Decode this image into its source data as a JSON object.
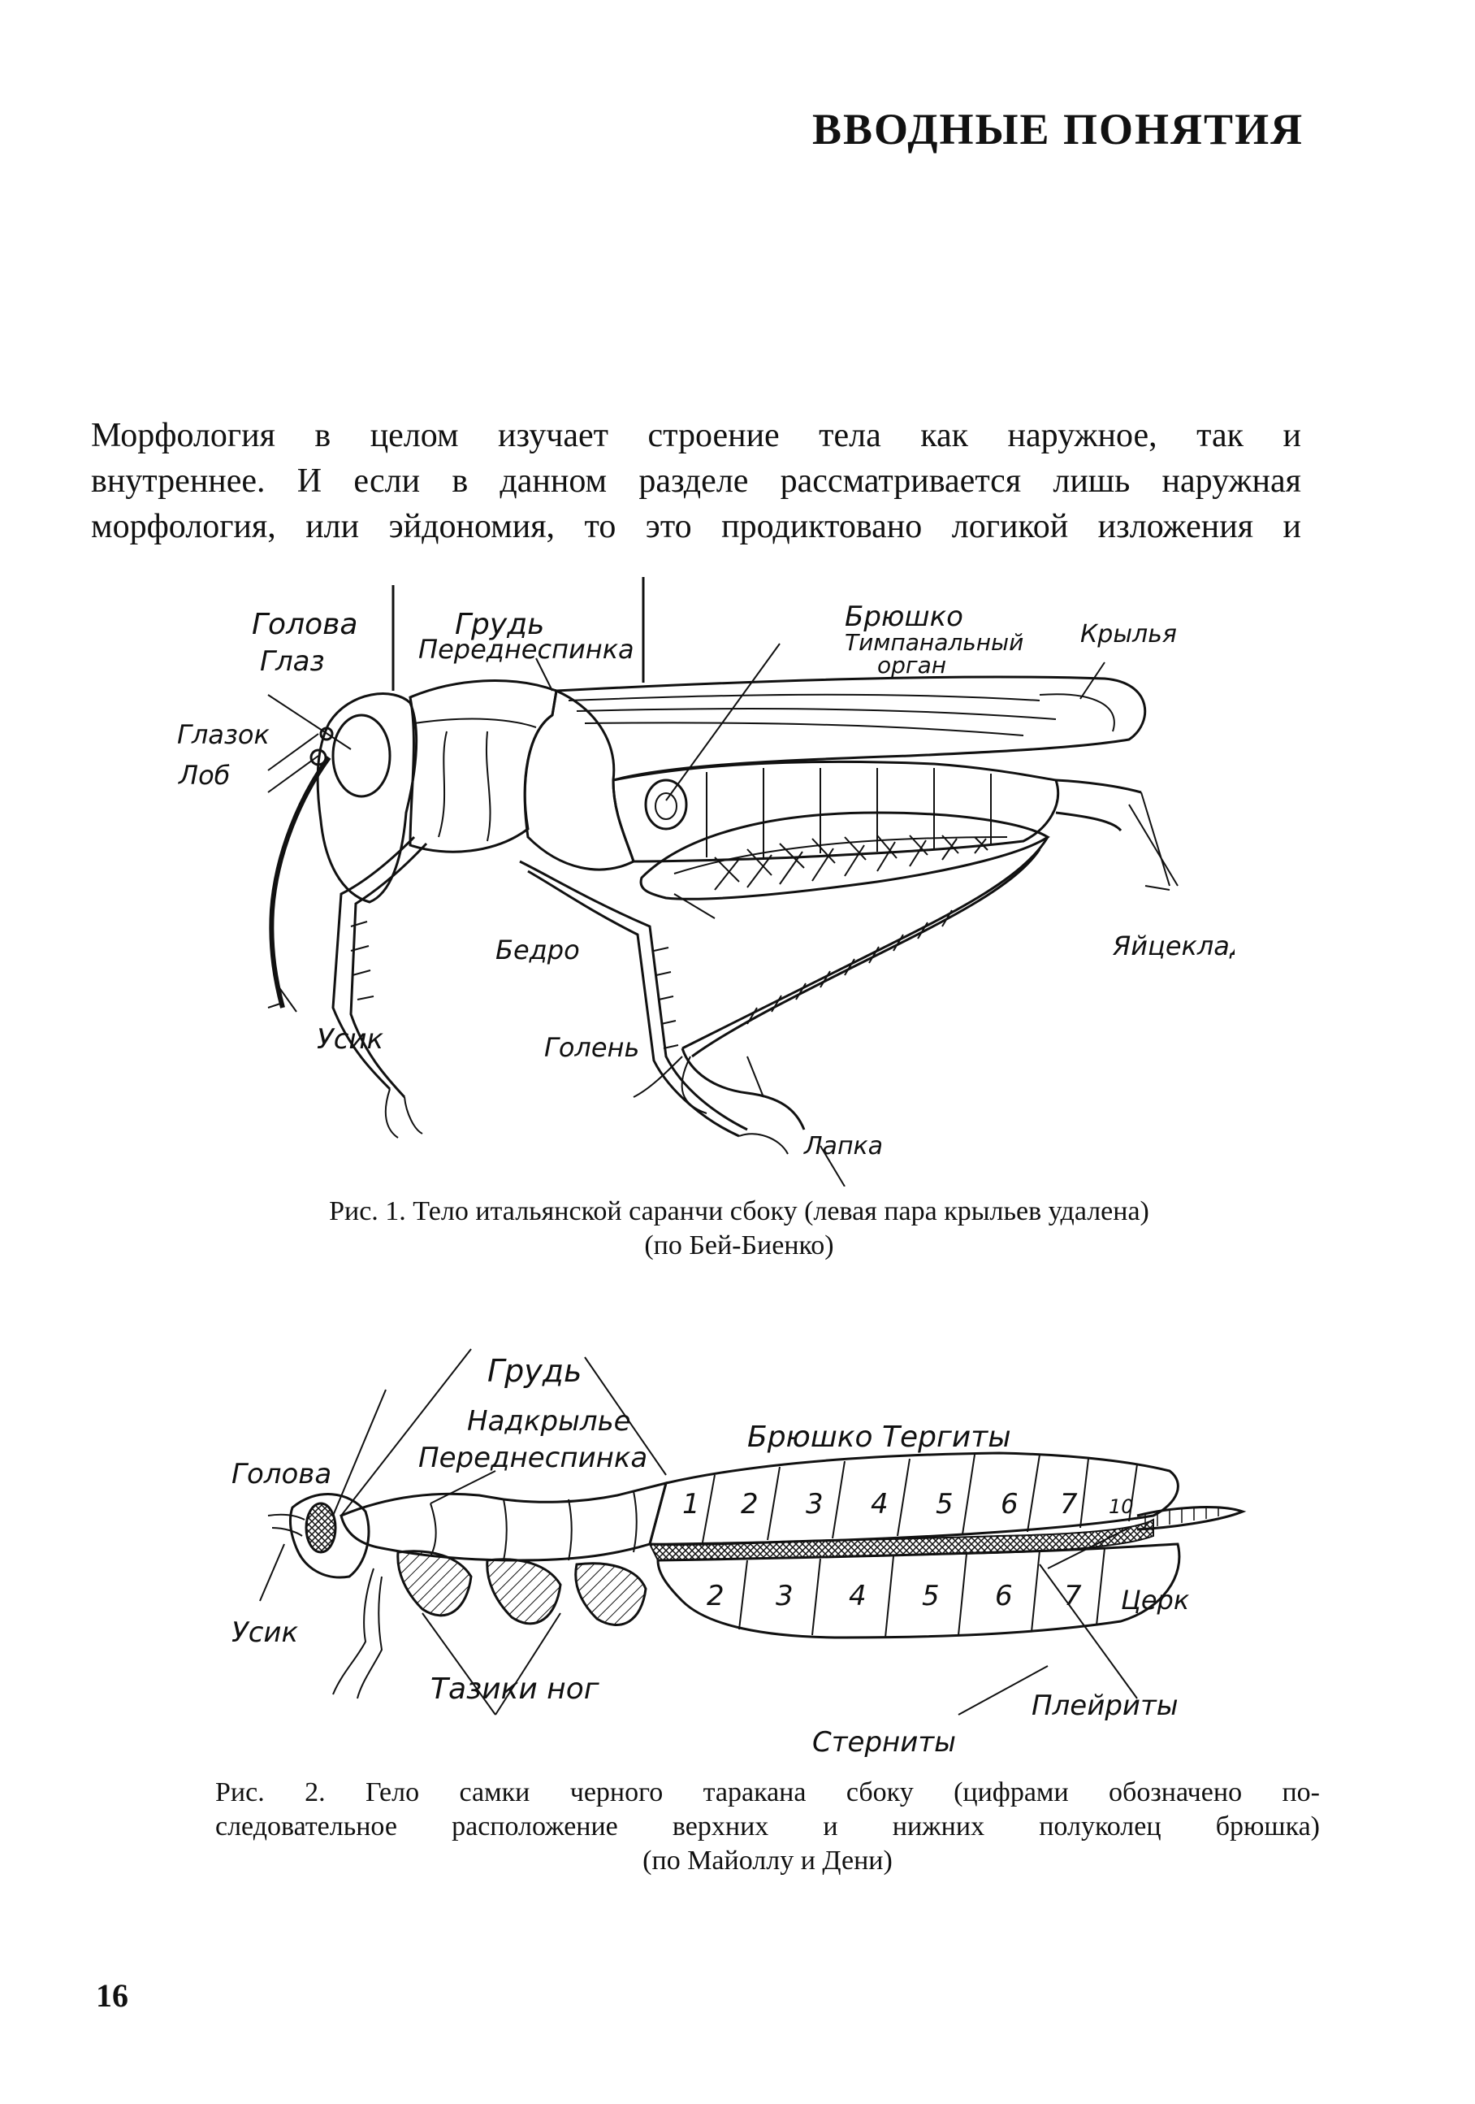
{
  "header": {
    "title": "ВВОДНЫЕ ПОНЯТИЯ"
  },
  "body": {
    "lines": [
      "Морфология в целом изучает строение тела как наружное,  так и",
      "внутреннее. И если в данном разделе рассматривается лишь наружная",
      "морфология, или эйдономия, то это продиктовано логикой изложения и"
    ]
  },
  "figure1": {
    "labels": {
      "head": "Голова",
      "thorax": "Грудь",
      "pronotum": "Переднеспинка",
      "eye": "Глаз",
      "ocellus": "Глазок",
      "frons": "Лоб",
      "antenna": "Усик",
      "femur": "Бедро",
      "tibia": "Голень",
      "abdomen": "Брюшко",
      "tympanal_1": "Тимпанальный",
      "tympanal_2": "орган",
      "wings": "Крылья",
      "ovipositor": "Яйцеклад",
      "tarsus": "Лапка"
    },
    "caption_line1": "Рис. 1. Тело итальянской саранчи сбоку (левая  пара  крыльев  удалена)",
    "caption_line2": "(по Бей-Биенко)"
  },
  "figure2": {
    "labels": {
      "thorax": "Грудь",
      "elytron": "Надкрылье",
      "pronotum": "Переднеспинка",
      "head": "Голова",
      "antenna": "Усик",
      "coxae": "Тазики ног",
      "abdomen_tergites": "Брюшко Тергиты",
      "cercus": "Церк",
      "sternites": "Стерниты",
      "pleurites": "Плейриты"
    },
    "tergite_numbers": [
      "1",
      "2",
      "3",
      "4",
      "5",
      "6",
      "7",
      "10"
    ],
    "sternite_numbers": [
      "2",
      "3",
      "4",
      "5",
      "6",
      "7"
    ],
    "caption_line1": "Рис. 2. Гело самки черного таракана сбоку (цифрами обозначено по-",
    "caption_line2": "следовательное расположение верхних и нижних полуколец брюшка)",
    "caption_line3": "(по Майоллу и Дени)"
  },
  "footer": {
    "page_number": "16"
  }
}
